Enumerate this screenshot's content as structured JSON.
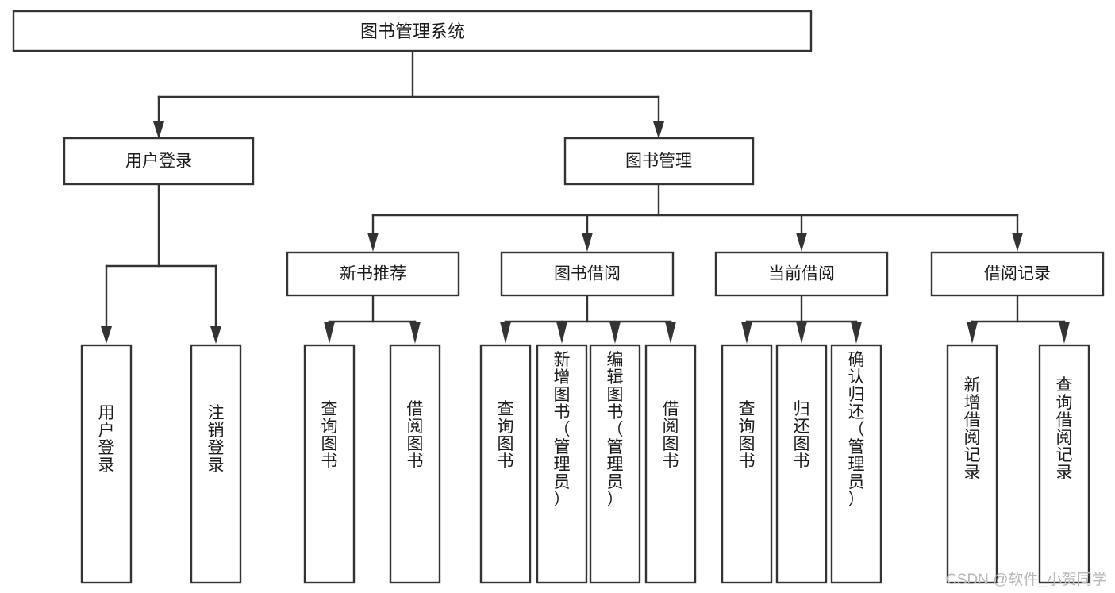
{
  "diagram": {
    "type": "tree-hierarchy",
    "title_node": {
      "label": "图书管理系统",
      "orientation": "horizontal"
    },
    "level2": [
      {
        "label": "用户登录",
        "orientation": "horizontal"
      },
      {
        "label": "图书管理",
        "orientation": "horizontal"
      }
    ],
    "level3": [
      {
        "label": "新书推荐",
        "orientation": "horizontal"
      },
      {
        "label": "图书借阅",
        "orientation": "horizontal"
      },
      {
        "label": "当前借阅",
        "orientation": "horizontal"
      },
      {
        "label": "借阅记录",
        "orientation": "horizontal"
      }
    ],
    "leaves": {
      "user_login": [
        {
          "label": "用户登录",
          "chars": "用\n户\n登\n录"
        },
        {
          "label": "注销登录",
          "chars": "注\n销\n登\n录"
        }
      ],
      "new_book_recommend": [
        {
          "label": "查询图书",
          "chars": "查\n询\n图\n书"
        },
        {
          "label": "借阅图书",
          "chars": "借\n阅\n图\n书"
        }
      ],
      "book_borrow": [
        {
          "label": "查询图书",
          "chars": "查\n询\n图\n书"
        },
        {
          "label": "新增图书（管理员）",
          "chars": "新\n增\n图\n书\n（\n管\n理\n员\n）"
        },
        {
          "label": "编辑图书（管理员）",
          "chars": "编\n辑\n图\n书\n（\n管\n理\n员\n）"
        },
        {
          "label": "借阅图书",
          "chars": "借\n阅\n图\n书"
        }
      ],
      "current_borrow": [
        {
          "label": "查询图书",
          "chars": "查\n询\n图\n书"
        },
        {
          "label": "归还图书",
          "chars": "归\n还\n图\n书"
        },
        {
          "label": "确认归还（管理员）",
          "chars": "确\n认\n归\n还\n（\n管\n理\n员\n）"
        }
      ],
      "borrow_record": [
        {
          "label": "新增借阅记录",
          "chars": "新\n增\n借\n阅\n记\n录"
        },
        {
          "label": "查询借阅记录",
          "chars": "查\n询\n借\n阅\n记\n录"
        }
      ]
    },
    "watermark": "CSDN @软件_小贺同学",
    "colors": {
      "stroke": "#333333",
      "fill": "#ffffff",
      "text": "#1b1b1b",
      "watermark": "#b9b9b9"
    }
  }
}
